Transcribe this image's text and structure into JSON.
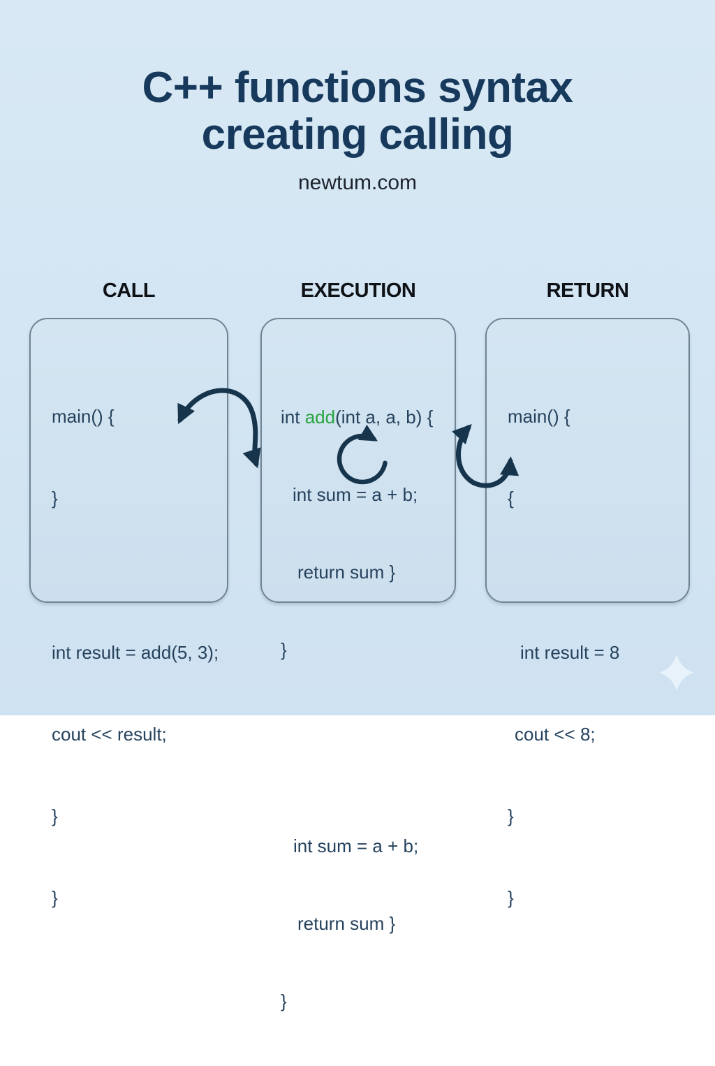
{
  "title": {
    "line1": "C++ functions syntax",
    "line2": "creating calling"
  },
  "subtitle": "newtum.com",
  "stages": [
    {
      "label": "CALL",
      "code": [
        "main() {",
        "}",
        "",
        "int result = add(5, 3);",
        "cout << result;",
        "}",
        "}"
      ]
    },
    {
      "label": "EXECUTION",
      "signature": {
        "pre": "int ",
        "fn": "add",
        "post": "(int a, a, b) {"
      },
      "code_top": [
        "int sum = a + b;",
        "return sum }",
        "}"
      ],
      "code_bottom": [
        "int sum = a + b;",
        "return sum }",
        "}"
      ]
    },
    {
      "label": "RETURN",
      "code": [
        "main() {",
        "{",
        "",
        "int result = 8",
        "cout << 8;",
        "}",
        "}"
      ]
    }
  ],
  "icons": {
    "call_to_execution_arrow": "curved double-headed arrow from main() call into function",
    "loop_icon": "clockwise circular execution arrow",
    "execution_to_return_arrow": "u-shaped double-headed arrow returning value to main()",
    "sparkle_icon": "four-point sparkle watermark"
  },
  "colors": {
    "background_top": "#d8e9f5",
    "background_bottom": "#cfe2f1",
    "title": "#17395c",
    "subtitle": "#1c232b",
    "stage_label": "#0e1116",
    "code_text": "#25425d",
    "function_name_green": "#27a540",
    "box_fill_top": "#d4e5f2",
    "box_fill_bottom": "#cddfee",
    "box_border": "#6f8494",
    "arrow": "#16344c",
    "sparkle": "#e8f2fa"
  }
}
